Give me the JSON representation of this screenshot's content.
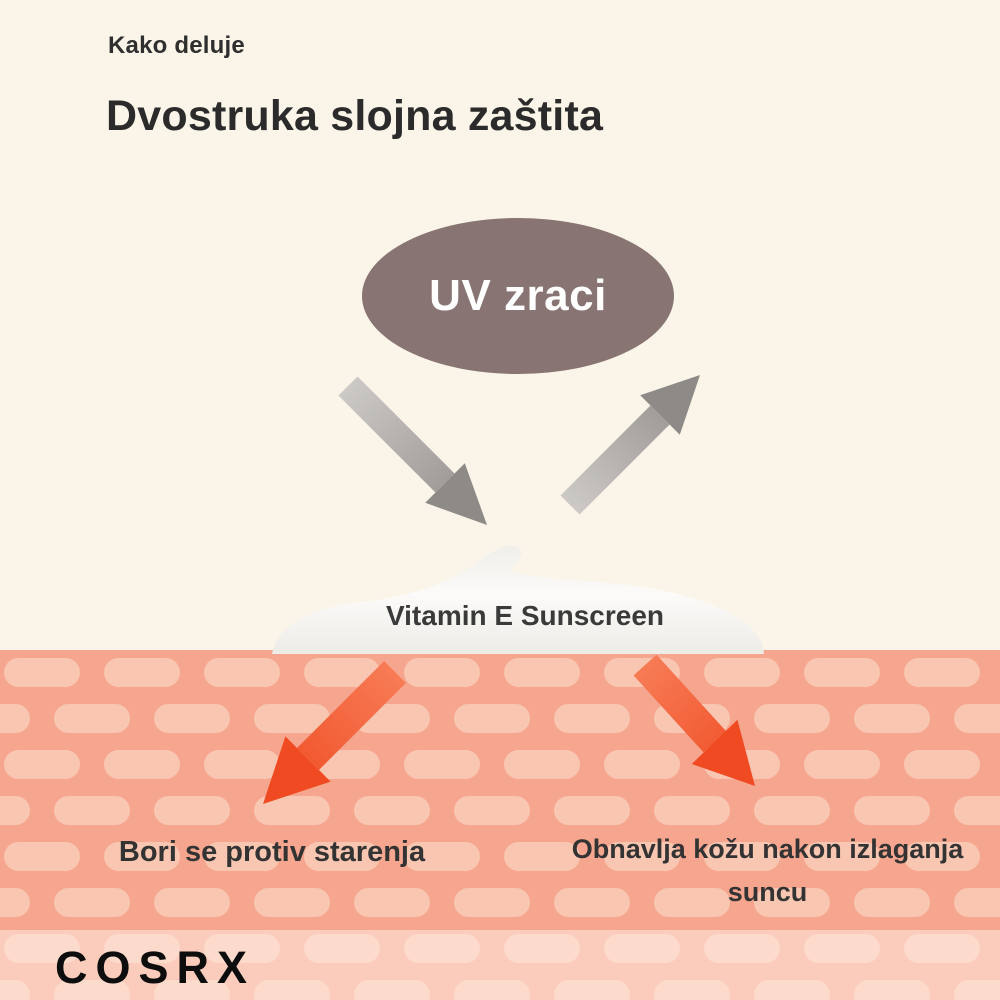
{
  "header": {
    "eyebrow": "Kako deluje",
    "title": "Dvostruka slojna zaštita"
  },
  "diagram": {
    "uv_label": "UV zraci",
    "sunscreen_label": "Vitamin E Sunscreen",
    "benefit_left": "Bori se protiv starenja",
    "benefit_right": "Obnavlja kožu nakon izlaganja suncu"
  },
  "brand": {
    "logo": "COSRX"
  },
  "colors": {
    "background_cream": "#FAF5E8",
    "skin_pink": "#F6A68F",
    "skin_cell_pink": "#F9C6B2",
    "uv_ellipse": "#887472",
    "uv_text": "#FFFFFF",
    "arrow_gray_light": "#C9C6C3",
    "arrow_gray_dark": "#8E8A87",
    "arrow_orange_light": "#F77B55",
    "arrow_orange_dark": "#EF4A21",
    "text_dark": "#333333",
    "logo_black": "#0D0D0D"
  }
}
